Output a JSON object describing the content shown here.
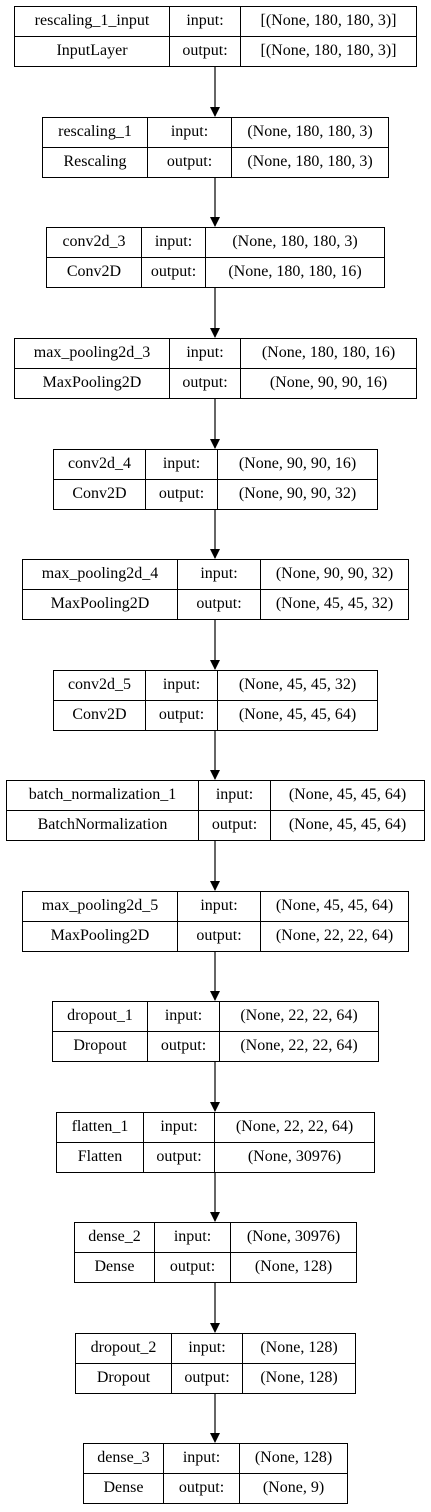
{
  "labels": {
    "input": "input:",
    "output": "output:"
  },
  "nodes": [
    {
      "id": "rescaling_1_input",
      "name": "rescaling_1_input",
      "type": "InputLayer",
      "input": "[(None, 180, 180, 3)]",
      "output": "[(None, 180, 180, 3)]"
    },
    {
      "id": "rescaling_1",
      "name": "rescaling_1",
      "type": "Rescaling",
      "input": "(None, 180, 180, 3)",
      "output": "(None, 180, 180, 3)"
    },
    {
      "id": "conv2d_3",
      "name": "conv2d_3",
      "type": "Conv2D",
      "input": "(None, 180, 180, 3)",
      "output": "(None, 180, 180, 16)"
    },
    {
      "id": "max_pooling2d_3",
      "name": "max_pooling2d_3",
      "type": "MaxPooling2D",
      "input": "(None, 180, 180, 16)",
      "output": "(None, 90, 90, 16)"
    },
    {
      "id": "conv2d_4",
      "name": "conv2d_4",
      "type": "Conv2D",
      "input": "(None, 90, 90, 16)",
      "output": "(None, 90, 90, 32)"
    },
    {
      "id": "max_pooling2d_4",
      "name": "max_pooling2d_4",
      "type": "MaxPooling2D",
      "input": "(None, 90, 90, 32)",
      "output": "(None, 45, 45, 32)"
    },
    {
      "id": "conv2d_5",
      "name": "conv2d_5",
      "type": "Conv2D",
      "input": "(None, 45, 45, 32)",
      "output": "(None, 45, 45, 64)"
    },
    {
      "id": "batch_normalization_1",
      "name": "batch_normalization_1",
      "type": "BatchNormalization",
      "input": "(None, 45, 45, 64)",
      "output": "(None, 45, 45, 64)"
    },
    {
      "id": "max_pooling2d_5",
      "name": "max_pooling2d_5",
      "type": "MaxPooling2D",
      "input": "(None, 45, 45, 64)",
      "output": "(None, 22, 22, 64)"
    },
    {
      "id": "dropout_1",
      "name": "dropout_1",
      "type": "Dropout",
      "input": "(None, 22, 22, 64)",
      "output": "(None, 22, 22, 64)"
    },
    {
      "id": "flatten_1",
      "name": "flatten_1",
      "type": "Flatten",
      "input": "(None, 22, 22, 64)",
      "output": "(None, 30976)"
    },
    {
      "id": "dense_2",
      "name": "dense_2",
      "type": "Dense",
      "input": "(None, 30976)",
      "output": "(None, 128)"
    },
    {
      "id": "dropout_2",
      "name": "dropout_2",
      "type": "Dropout",
      "input": "(None, 128)",
      "output": "(None, 128)"
    },
    {
      "id": "dense_3",
      "name": "dense_3",
      "type": "Dense",
      "input": "(None, 128)",
      "output": "(None, 9)"
    }
  ],
  "edges": [
    [
      "rescaling_1_input",
      "rescaling_1"
    ],
    [
      "rescaling_1",
      "conv2d_3"
    ],
    [
      "conv2d_3",
      "max_pooling2d_3"
    ],
    [
      "max_pooling2d_3",
      "conv2d_4"
    ],
    [
      "conv2d_4",
      "max_pooling2d_4"
    ],
    [
      "max_pooling2d_4",
      "conv2d_5"
    ],
    [
      "conv2d_5",
      "batch_normalization_1"
    ],
    [
      "batch_normalization_1",
      "max_pooling2d_5"
    ],
    [
      "max_pooling2d_5",
      "dropout_1"
    ],
    [
      "dropout_1",
      "flatten_1"
    ],
    [
      "flatten_1",
      "dense_2"
    ],
    [
      "dense_2",
      "dropout_2"
    ],
    [
      "dropout_2",
      "dense_3"
    ]
  ]
}
